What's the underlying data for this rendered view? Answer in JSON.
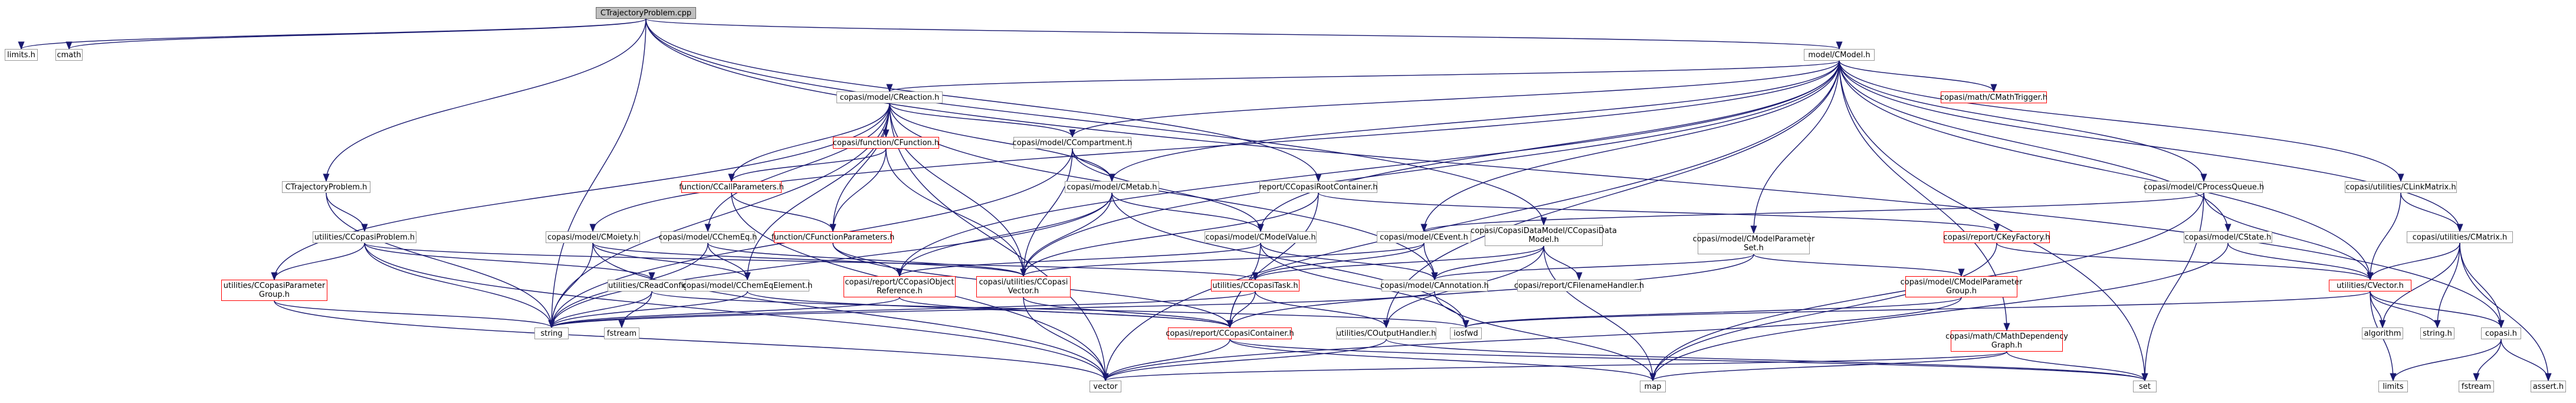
{
  "colors": {
    "edge": "#191970",
    "root_fill": "#bfbfbf",
    "missing_border": "#ff0000"
  },
  "nodes": {
    "root": "CTrajectoryProblem.cpp",
    "limits_h": "limits.h",
    "cmath": "cmath",
    "ctrajectoryproblem_h": "CTrajectoryProblem.h",
    "cmodel": "model/CModel.h",
    "creaction": "copasi/model/CReaction.h",
    "cmathtrigger": "copasi/math/CMathTrigger.h",
    "cfunction": "copasi/function/CFunction.h",
    "ccompartment": "copasi/model/CCompartment.h",
    "ccallparameters": "function/CCallParameters.h",
    "cmetab": "copasi/model/CMetab.h",
    "ccopasirootcontainer": "report/CCopasiRootContainer.h",
    "cprocessqueue": "copasi/model/CProcessQueue.h",
    "clinkmatrix": "copasi/utilities/CLinkMatrix.h",
    "ccopasiproblem": "utilities/CCopasiProblem.h",
    "cmoiety": "copasi/model/CMoiety.h",
    "cchemeq": "copasi/model/CChemEq.h",
    "cfunctionparameters": "function/CFunctionParameters.h",
    "cmodelvalue": "copasi/model/CModelValue.h",
    "ccopasidatamodel": "copasi/CopasiDataModel/CCopasiData\nModel.h",
    "cevent": "copasi/model/CEvent.h",
    "cmodelparameterset": "copasi/model/CModelParameter\nSet.h",
    "ckeyfactory": "copasi/report/CKeyFactory.h",
    "cstate": "copasi/model/CState.h",
    "cmatrix": "copasi/utilities/CMatrix.h",
    "ccopasiparametergroup": "utilities/CCopasiParameter\nGroup.h",
    "creadconfig": "utilities/CReadConfig.h",
    "cchemeqelement": "copasi/model/CChemEqElement.h",
    "ccopasiobjectreference": "copasi/report/CCopasiObject\nReference.h",
    "ccopasivector": "copasi/utilities/CCopasi\nVector.h",
    "ccopasitask": "utilities/CCopasiTask.h",
    "cannotation": "copasi/model/CAnnotation.h",
    "cfilenamehandler": "copasi/report/CFilenameHandler.h",
    "cmodelparametergroup": "copasi/model/CModelParameter\nGroup.h",
    "cvector": "utilities/CVector.h",
    "string": "string",
    "fstream": "fstream",
    "ccopasicontainer": "copasi/report/CCopasiContainer.h",
    "coutputhandler": "utilities/COutputHandler.h",
    "iosfwd": "iosfwd",
    "cmathdependencygraph": "copasi/math/CMathDependency\nGraph.h",
    "algorithm": "algorithm",
    "string_h": "string.h",
    "copasi_h": "copasi.h",
    "vector": "vector",
    "map": "map",
    "set": "set",
    "limits": "limits",
    "fstream2": "fstream",
    "assert_h": "assert.h"
  }
}
